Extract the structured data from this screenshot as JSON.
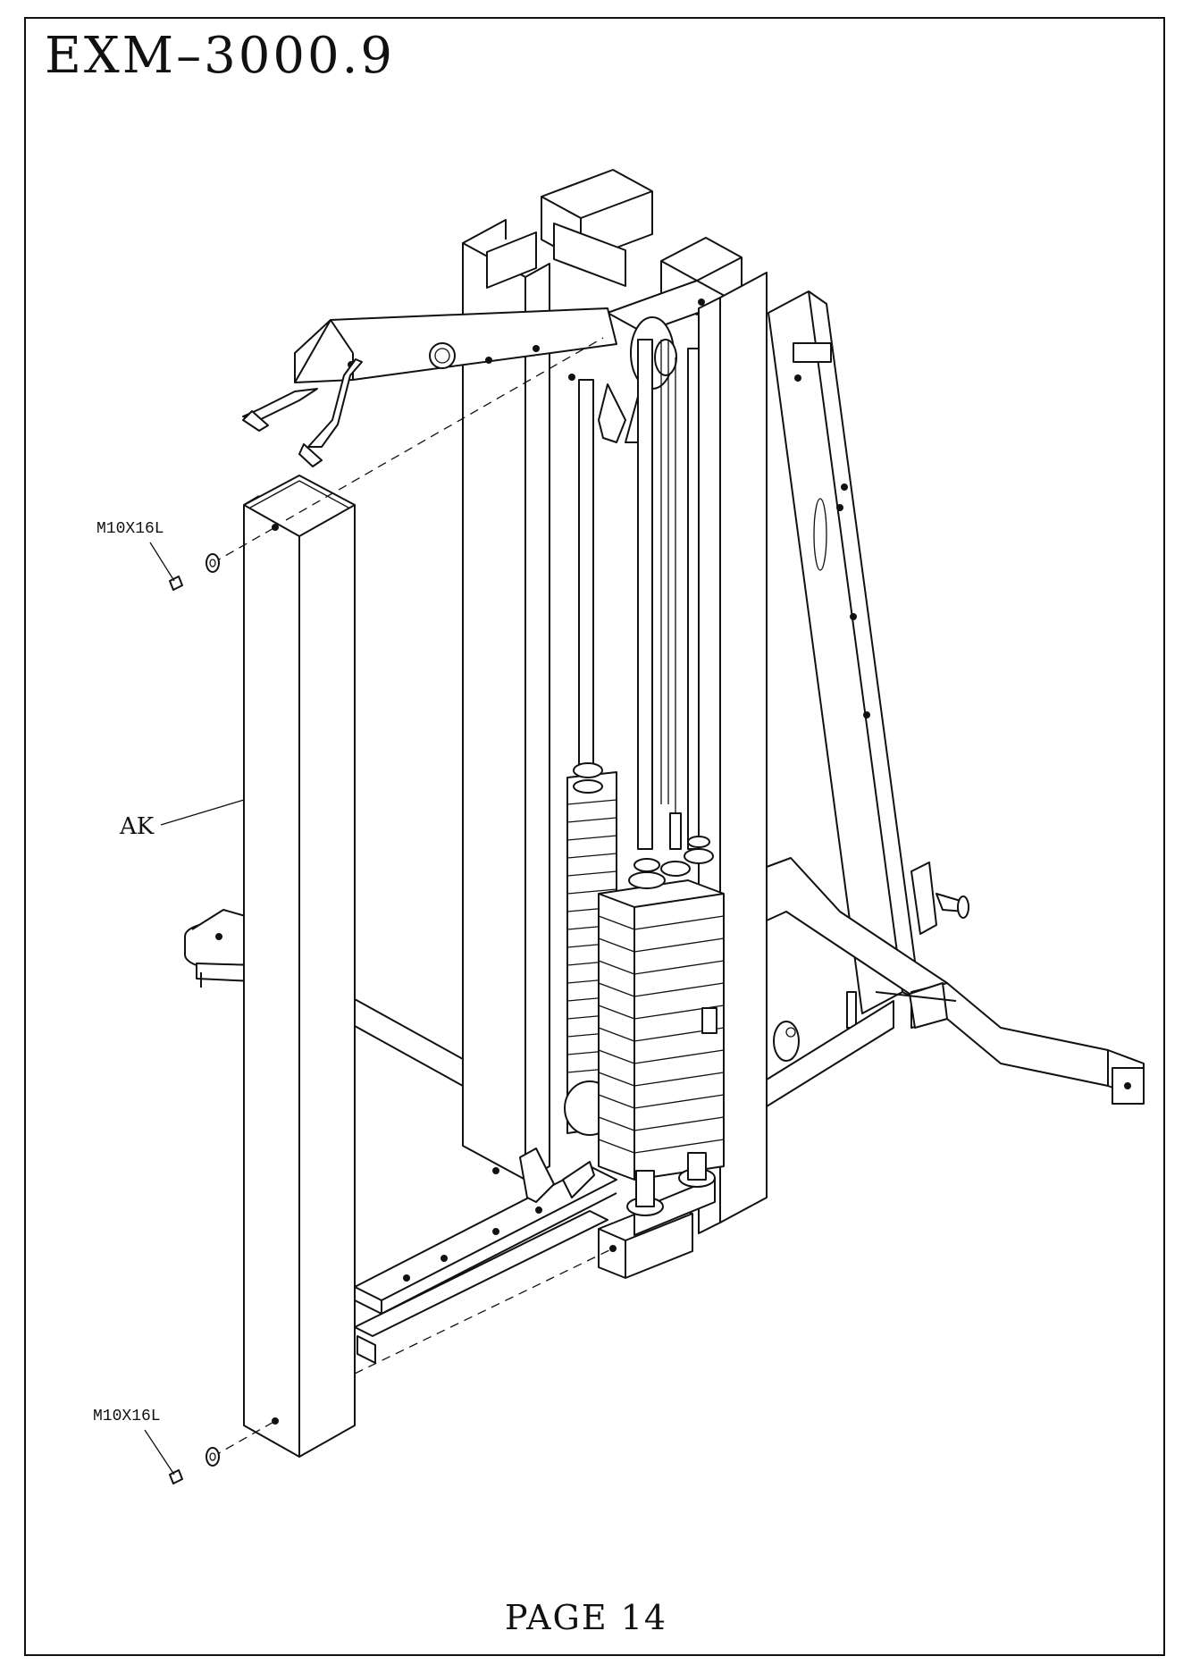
{
  "header": {
    "model": "EXM–3000.9"
  },
  "callouts": {
    "bolt_top": "M10X16L",
    "bolt_bottom": "M10X16L",
    "part": "AK"
  },
  "footer": {
    "page": "PAGE 14"
  }
}
